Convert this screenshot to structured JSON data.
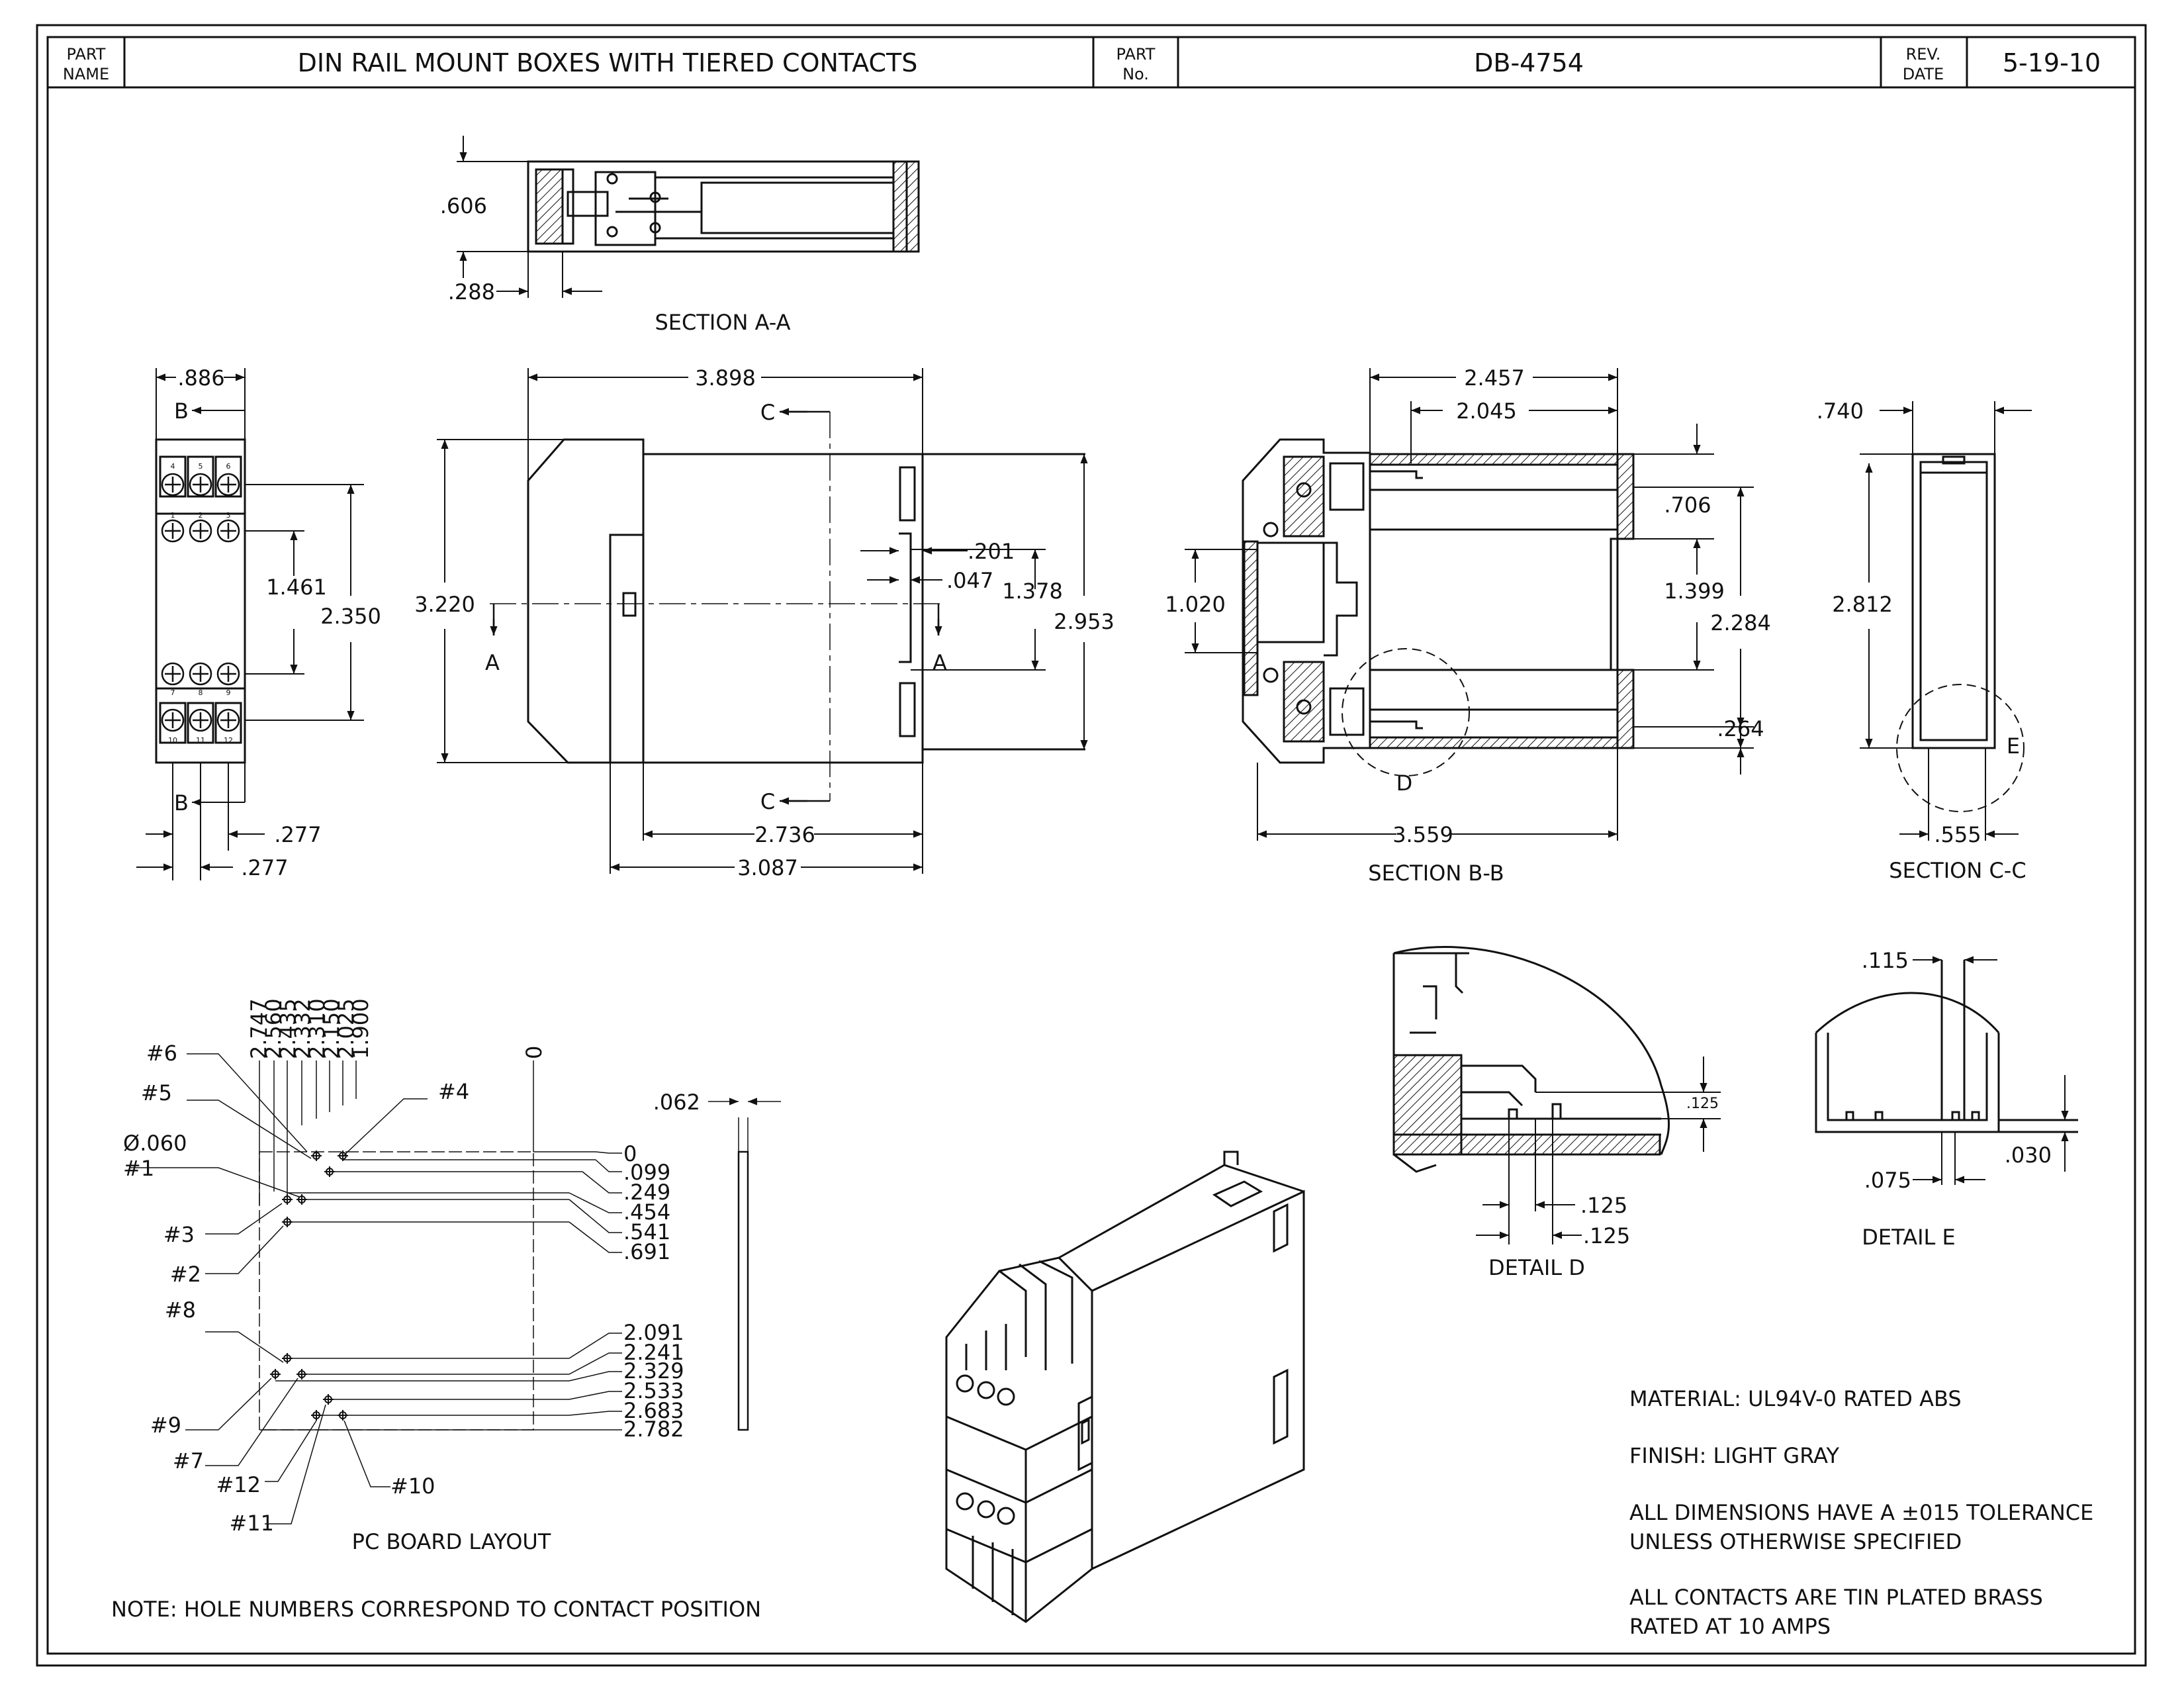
{
  "title_block": {
    "part_name_label_1": "PART",
    "part_name_label_2": "NAME",
    "part_name": "DIN RAIL MOUNT BOXES WITH TIERED CONTACTS",
    "part_no_label_1": "PART",
    "part_no_label_2": "No.",
    "part_no": "DB-4754",
    "rev_label_1": "REV.",
    "rev_label_2": "DATE",
    "rev_date": "5-19-10"
  },
  "section_aa": {
    "label": "SECTION A-A",
    "dim_height": ".606",
    "dim_offset": ".288"
  },
  "side_view": {
    "dim_width": ".886",
    "dim_inner": "1.461",
    "dim_outer": "2.350",
    "dim_pitch_a": ".277",
    "dim_pitch_b": ".277",
    "cut_b_top": "B",
    "cut_b_bottom": "B",
    "terminal_numbers": [
      "4",
      "5",
      "6",
      "1",
      "2",
      "3",
      "7",
      "8",
      "9",
      "10",
      "11",
      "12"
    ]
  },
  "front_view": {
    "dim_total": "3.898",
    "dim_height": "3.220",
    "dim_clip": ".201",
    "dim_clip2": ".047",
    "dim_mid": "1.378",
    "dim_right": "2.953",
    "dim_body": "2.736",
    "dim_base": "3.087",
    "cut_a_left": "A",
    "cut_a_right": "A",
    "cut_c_top": "C",
    "cut_c_bottom": "C"
  },
  "section_bb": {
    "label": "SECTION B-B",
    "dim_top1": "2.457",
    "dim_top2": "2.045",
    "dim_left": "1.020",
    "dim_r1": ".706",
    "dim_r2": "1.399",
    "dim_r3": "2.284",
    "dim_r4": ".264",
    "dim_bottom": "3.559",
    "detail_callout": "D"
  },
  "section_cc": {
    "label": "SECTION C-C",
    "dim_top": ".740",
    "dim_height": "2.812",
    "dim_bottom": ".555",
    "detail_callout": "E"
  },
  "detail_d": {
    "label": "DETAIL D",
    "dim_a": ".125",
    "dim_b": ".125",
    "dim_c": ".125"
  },
  "detail_e": {
    "label": "DETAIL E",
    "dim_top": ".115",
    "dim_bottom": ".075",
    "dim_right": ".030"
  },
  "pc_board": {
    "label": "PC BOARD LAYOUT",
    "x_dims": [
      "2.747",
      "2.560",
      "2.435",
      "2.332",
      "2.310",
      "2.150",
      "2.025",
      "1.900"
    ],
    "x_zero": "0",
    "y_dims_top": [
      "0",
      ".099",
      ".249",
      ".454",
      ".541",
      ".691"
    ],
    "y_dims_bottom": [
      "2.091",
      "2.241",
      "2.329",
      "2.533",
      "2.683",
      "2.782"
    ],
    "thickness": ".062",
    "hole_dia_1": "Ø.060",
    "hole_dia_2": "#1",
    "holes": [
      "#6",
      "#5",
      "#4",
      "#3",
      "#2",
      "#8",
      "#9",
      "#7",
      "#12",
      "#11",
      "#10"
    ]
  },
  "notes": {
    "material": "MATERIAL: UL94V-0 RATED ABS",
    "finish": "FINISH: LIGHT GRAY",
    "tolerance_1": "ALL DIMENSIONS HAVE A  ±015 TOLERANCE",
    "tolerance_2": "UNLESS OTHERWISE SPECIFIED",
    "contacts_1": "ALL CONTACTS ARE TIN PLATED BRASS",
    "contacts_2": "RATED AT 10 AMPS",
    "hole_note": "NOTE: HOLE NUMBERS CORRESPOND TO CONTACT POSITION"
  }
}
